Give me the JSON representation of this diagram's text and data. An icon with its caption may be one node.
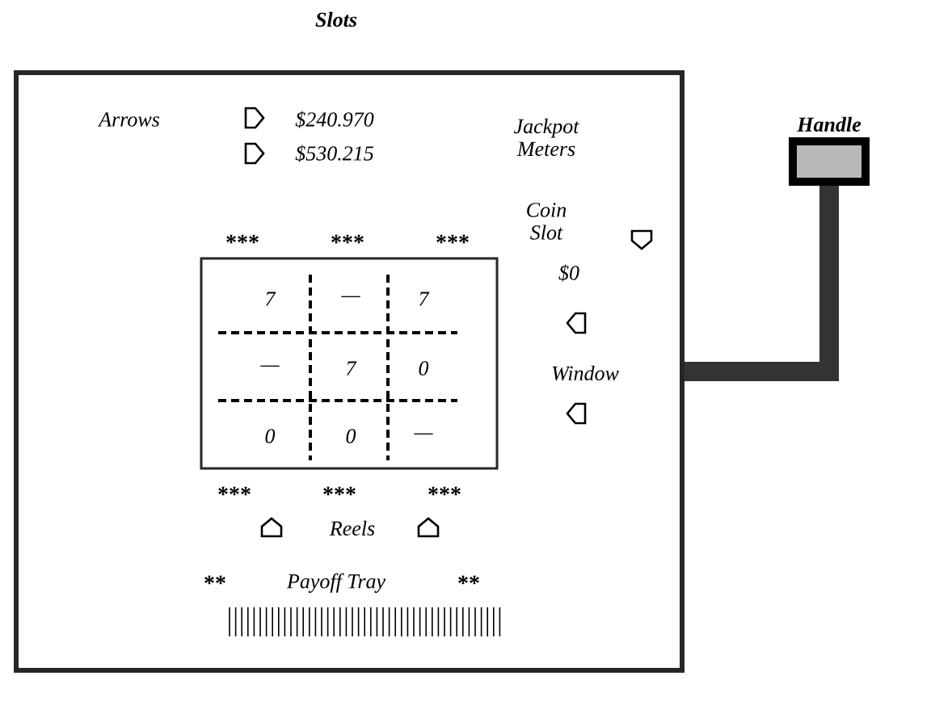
{
  "diagram": {
    "title": "Slots",
    "nodes": [
      {
        "text": [],
        "shape": "box"
      },
      {
        "text": [],
        "shape": "box",
        "in": 0
      },
      {
        "text": [
          "Handle"
        ]
      }
    ],
    "edges": [
      {
        "from": 0,
        "to": 2,
        "arrow": "none"
      }
    ],
    "labels": [
      "Arrows",
      "$240.970",
      "$530.215",
      "Jackpot Meters",
      "Coin Slot",
      "***",
      "***",
      "***",
      "$0",
      "7",
      "—",
      "7",
      "—",
      "7",
      "0",
      "0",
      "0",
      "—",
      "Window",
      "***",
      "***",
      "***",
      "Reels",
      "**",
      "Payoff Tray",
      "**"
    ]
  }
}
